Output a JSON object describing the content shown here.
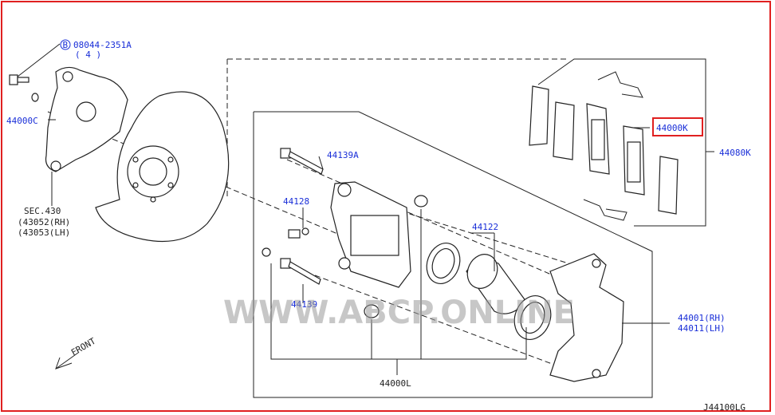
{
  "callouts": {
    "bolt_part": "08044-2351A",
    "bolt_qty": "( 4 )",
    "knuckle": "44000C",
    "sec_ref": "SEC.430",
    "sec_rh": "(43052(RH)",
    "sec_lh": "(43053(LH)",
    "pin_bolt_upper": "44139A",
    "bleeder": "44128",
    "pin_bolt_lower": "44139",
    "seal_kit": "44122",
    "pad_kit": "44080K",
    "pad_set": "44000K",
    "torque_member_rh": "44001(RH)",
    "torque_member_lh": "44011(LH)",
    "caliper_assy": "44000L",
    "front": "FRONT",
    "drawing_code": "J44100LG"
  },
  "watermark": "WWW.ABCP.ONLINE",
  "colors": {
    "label_blue": "#1a2fd8",
    "frame_red": "#e02020",
    "highlight_red": "#e02020",
    "line": "#222222"
  },
  "icons": {
    "circled_b": "circled-b-icon",
    "front_arrow": "front-arrow-icon"
  }
}
